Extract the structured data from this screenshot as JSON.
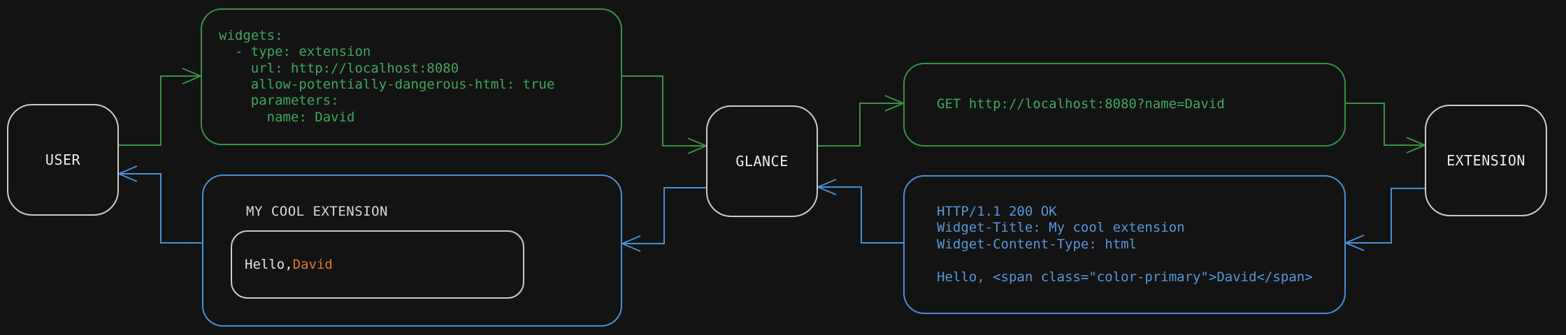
{
  "colors": {
    "bg": "#131313",
    "green": "#3a9149",
    "green-text": "#3fa85c",
    "blue": "#4a8fd6",
    "blue-text": "#5598dc",
    "orange": "#e0742f",
    "node-border": "#cccccc",
    "node-text": "#ececec",
    "title-text": "#d9d9d9",
    "white-text": "#e4e4e4"
  },
  "nodes": {
    "user": "USER",
    "glance": "GLANCE",
    "extension": "EXTENSION"
  },
  "boxes": {
    "config_yaml": "widgets:\n  - type: extension\n    url: http://localhost:8080\n    allow-potentially-dangerous-html: true\n    parameters:\n      name: David",
    "request": "GET http://localhost:8080?name=David",
    "response": "HTTP/1.1 200 OK\nWidget-Title: My cool extension\nWidget-Content-Type: html\n\nHello, <span class=\"color-primary\">David</span>",
    "widget_title": "MY COOL EXTENSION",
    "greeting_prefix": "Hello, ",
    "greeting_name": "David"
  }
}
